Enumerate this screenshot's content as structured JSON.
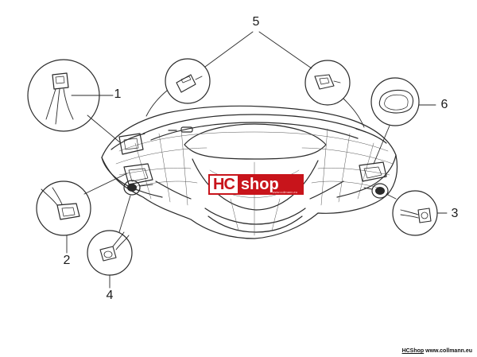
{
  "callouts": [
    {
      "id": "1",
      "label": "1"
    },
    {
      "id": "2",
      "label": "2"
    },
    {
      "id": "3",
      "label": "3"
    },
    {
      "id": "4",
      "label": "4"
    },
    {
      "id": "5",
      "label": "5"
    },
    {
      "id": "6",
      "label": "6"
    }
  ],
  "logo": {
    "hc": "HC",
    "shop": "shop",
    "url_small": "www.collmann.eu"
  },
  "footer": {
    "brand": "HCShop",
    "url": "www.collmann.eu"
  },
  "colors": {
    "line": "#2a2a2a",
    "brand_red": "#c8141b",
    "background": "#ffffff"
  }
}
